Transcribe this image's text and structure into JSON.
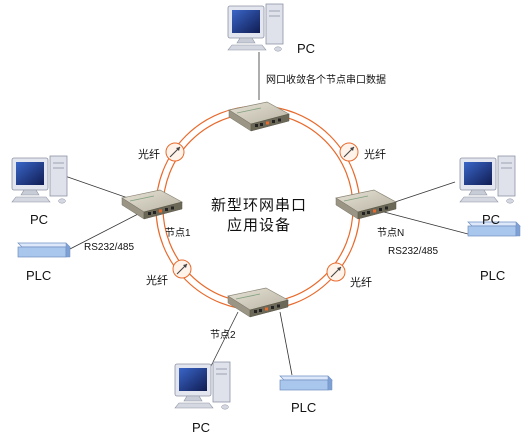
{
  "center_title": {
    "line1": "新型环网串口",
    "line2": "应用设备"
  },
  "top": {
    "pc_label": "PC",
    "caption": "网口收敛各个节点串口数据"
  },
  "nodes": {
    "node1": {
      "label": "节点1",
      "serial": "RS232/485",
      "pc_label": "PC",
      "plc_label": "PLC"
    },
    "nodeN": {
      "label": "节点N",
      "serial": "RS232/485",
      "pc_label": "PC",
      "plc_label": "PLC"
    },
    "node2": {
      "label": "节点2",
      "pc_label": "PC",
      "plc_label": "PLC"
    }
  },
  "fiber_label": "光纤",
  "colors": {
    "ring": "#e86a2c",
    "device_body": "#c8c3b2",
    "plc_box": "#a9c6ec",
    "monitor_screen": "#1b2f7a"
  }
}
